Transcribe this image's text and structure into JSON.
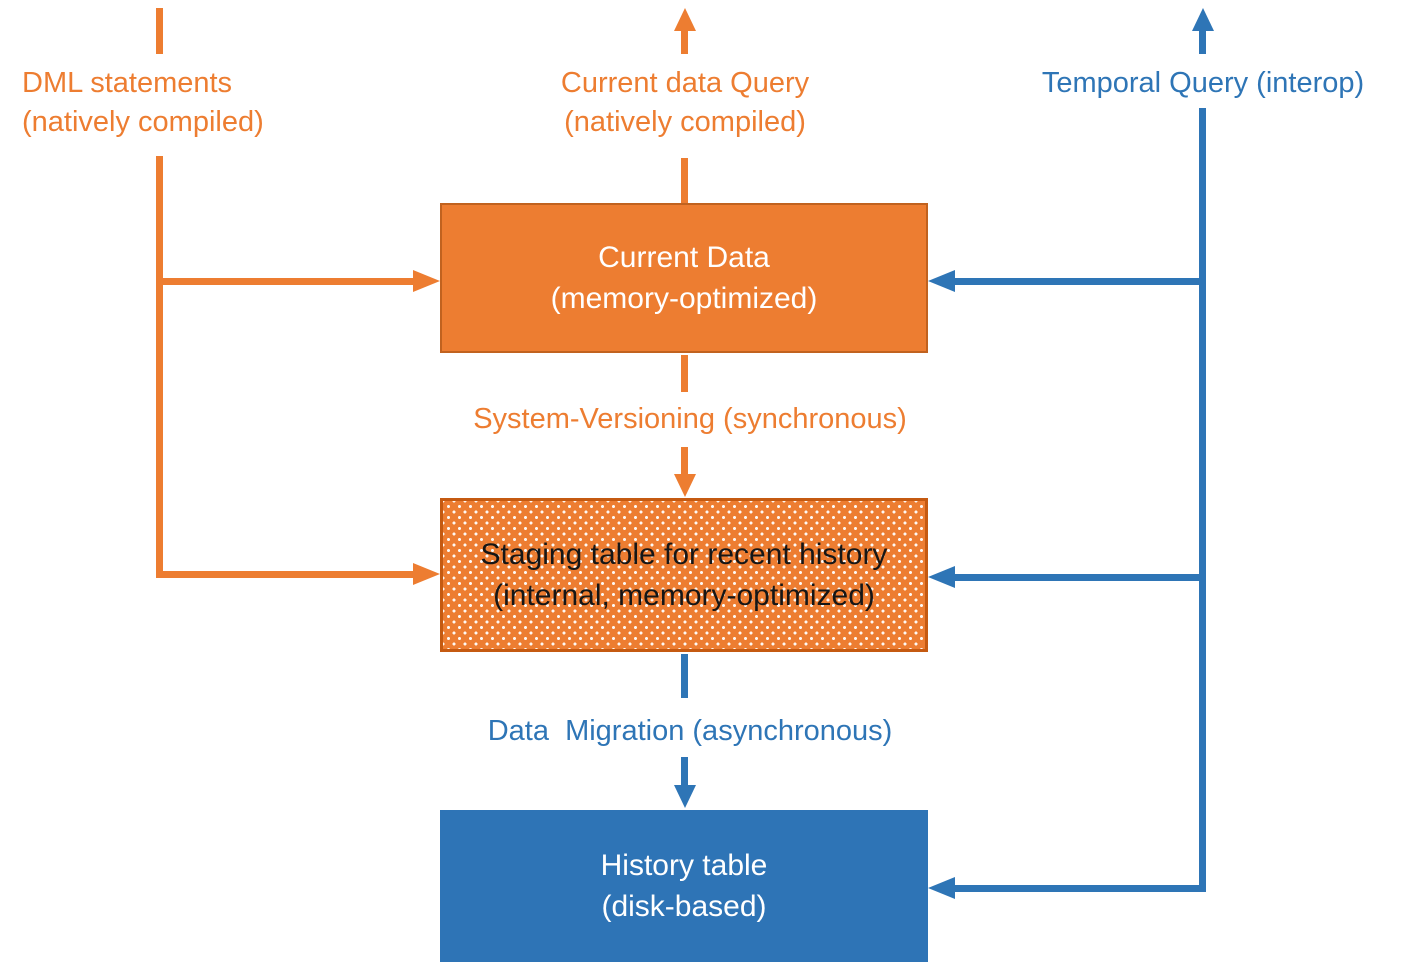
{
  "diagram": {
    "kind": "flow-diagram",
    "colors": {
      "orange": "#ED7D31",
      "orange_box_border": "#C1621F",
      "staging_box_border": "#C55A11",
      "blue": "#2E75B6",
      "history_box_fill": "#2E74B6",
      "box_text_light": "#FFFFFF",
      "staging_text": "#161616"
    },
    "labels": {
      "dml": {
        "line1": "DML statements",
        "line2": "(natively compiled)"
      },
      "current_query": {
        "line1": "Current data Query",
        "line2": "(natively compiled)"
      },
      "temporal_query": "Temporal Query (interop)",
      "system_versioning": "System-Versioning (synchronous)",
      "data_migration": "Data  Migration (asynchronous)"
    },
    "nodes": {
      "current_data": {
        "line1": "Current Data",
        "line2": "(memory-optimized)"
      },
      "staging": {
        "line1": "Staging table for recent history",
        "line2": "(internal, memory-optimized)"
      },
      "history": {
        "line1": "History table",
        "line2": "(disk-based)"
      }
    },
    "arrows": [
      "dml-to-current-data",
      "dml-to-staging-table",
      "current-data-query-up",
      "current-data-to-staging (system-versioning)",
      "staging-to-history (data-migration)",
      "temporal-query-up",
      "temporal-to-current-data",
      "temporal-to-staging-table",
      "temporal-to-history-table"
    ]
  }
}
